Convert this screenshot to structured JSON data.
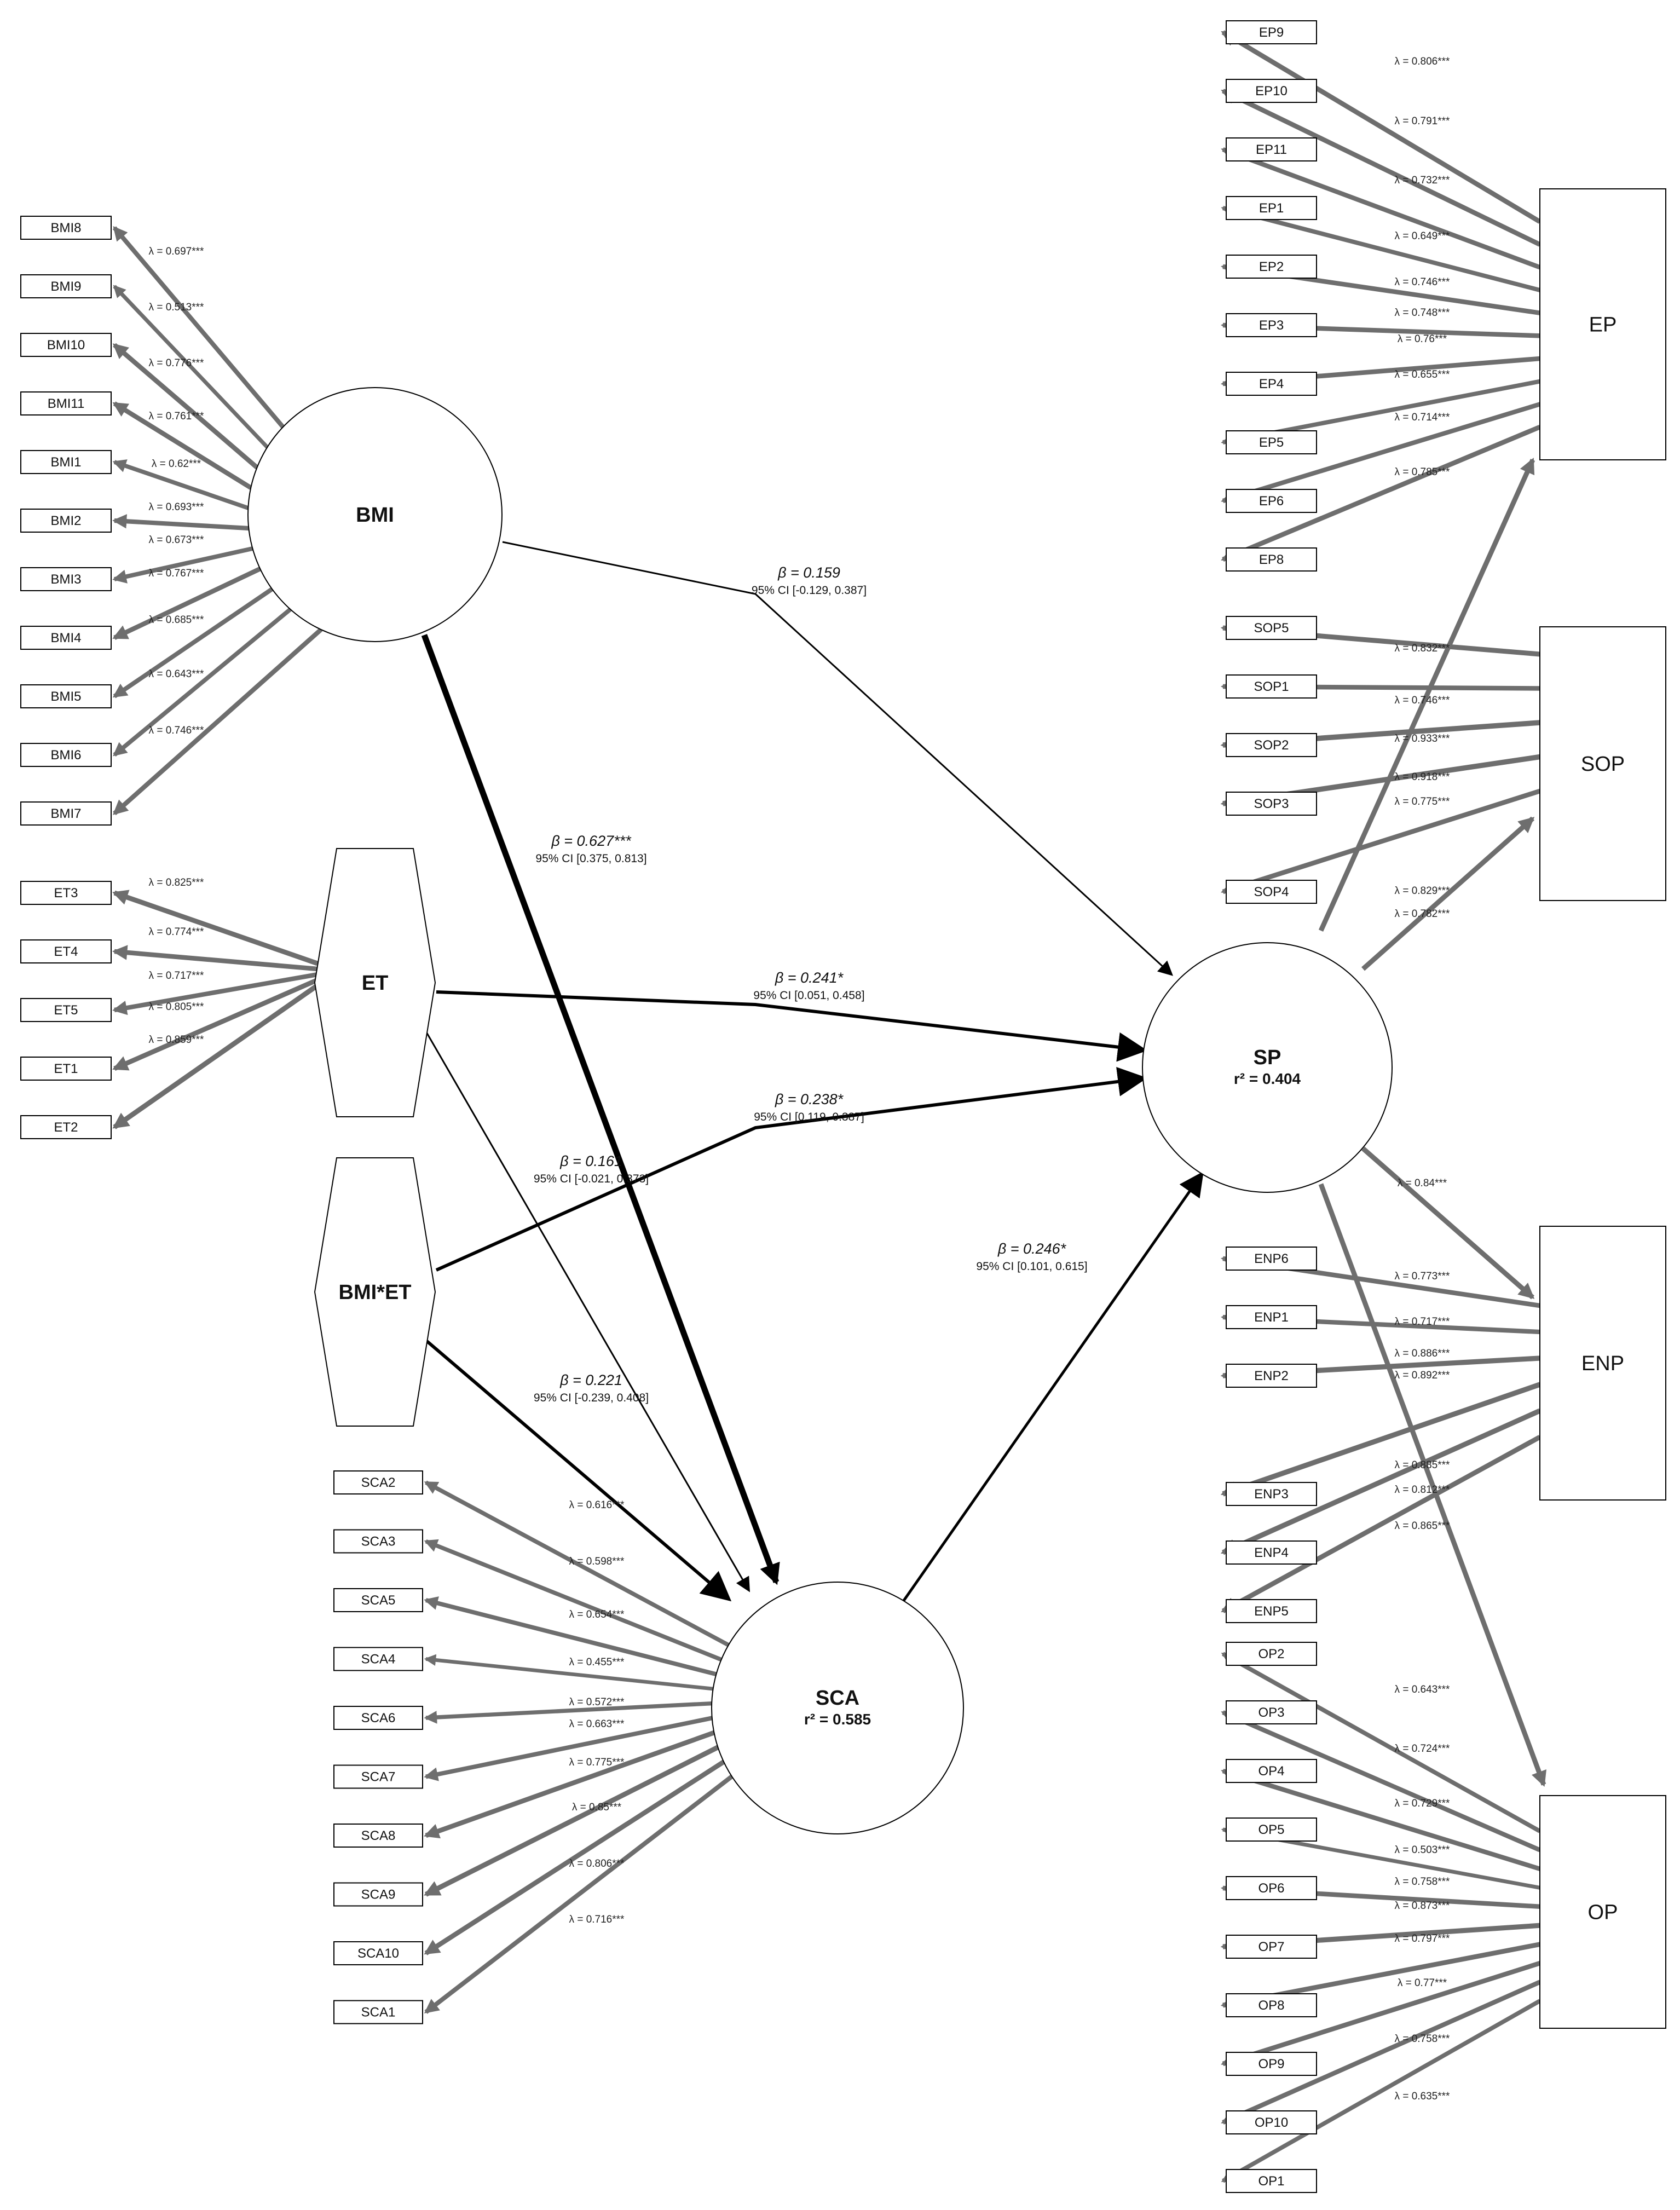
{
  "constructs": {
    "BMI": {
      "label": "BMI"
    },
    "ET": {
      "label": "ET"
    },
    "BMIET": {
      "label": "BMI*ET"
    },
    "SCA": {
      "label": "SCA",
      "r2": "r² = 0.585"
    },
    "SP": {
      "label": "SP",
      "r2": "r² = 0.404"
    },
    "EP": {
      "label": "EP"
    },
    "SOP": {
      "label": "SOP"
    },
    "ENP": {
      "label": "ENP"
    },
    "OP": {
      "label": "OP"
    }
  },
  "paths": [
    {
      "id": "bmi-sp",
      "beta": "β = 0.159",
      "ci": "95% CI [-0.129, 0.387]"
    },
    {
      "id": "bmi-sca",
      "beta": "β = 0.627***",
      "ci": "95% CI [0.375, 0.813]"
    },
    {
      "id": "et-sp",
      "beta": "β = 0.241*",
      "ci": "95% CI [0.051, 0.458]"
    },
    {
      "id": "bmiet-sp",
      "beta": "β = 0.238*",
      "ci": "95% CI [0.119, 0.387]"
    },
    {
      "id": "et-sca",
      "beta": "β = 0.161",
      "ci": "95% CI [-0.021, 0.373]"
    },
    {
      "id": "bmiet-sca",
      "beta": "β = 0.221",
      "ci": "95% CI [-0.239, 0.408]"
    },
    {
      "id": "sca-sp",
      "beta": "β = 0.246*",
      "ci": "95% CI [0.101, 0.615]"
    }
  ],
  "indicator_groups": {
    "BMI": [
      {
        "label": "BMI8",
        "loading": "λ = 0.697***"
      },
      {
        "label": "BMI9",
        "loading": "λ = 0.513***"
      },
      {
        "label": "BMI10",
        "loading": "λ = 0.776***"
      },
      {
        "label": "BMI11",
        "loading": "λ = 0.761***"
      },
      {
        "label": "BMI1",
        "loading": "λ = 0.62***"
      },
      {
        "label": "BMI2",
        "loading": "λ = 0.693***"
      },
      {
        "label": "BMI3",
        "loading": "λ = 0.673***"
      },
      {
        "label": "BMI4",
        "loading": "λ = 0.767***"
      },
      {
        "label": "BMI5",
        "loading": "λ = 0.685***"
      },
      {
        "label": "BMI6",
        "loading": "λ = 0.643***"
      },
      {
        "label": "BMI7",
        "loading": "λ = 0.746***"
      }
    ],
    "ET": [
      {
        "label": "ET3",
        "loading": "λ = 0.825***"
      },
      {
        "label": "ET4",
        "loading": "λ = 0.774***"
      },
      {
        "label": "ET5",
        "loading": "λ = 0.717***"
      },
      {
        "label": "ET1",
        "loading": "λ = 0.805***"
      },
      {
        "label": "ET2",
        "loading": "λ = 0.859***"
      }
    ],
    "SCA": [
      {
        "label": "SCA2",
        "loading": "λ = 0.616***"
      },
      {
        "label": "SCA3",
        "loading": "λ = 0.598***"
      },
      {
        "label": "SCA5",
        "loading": "λ = 0.654***"
      },
      {
        "label": "SCA4",
        "loading": "λ = 0.455***"
      },
      {
        "label": "SCA6",
        "loading": "λ = 0.572***"
      },
      {
        "label": "SCA7",
        "loading": "λ = 0.663***"
      },
      {
        "label": "SCA8",
        "loading": "λ = 0.775***"
      },
      {
        "label": "SCA9",
        "loading": "λ = 0.85***"
      },
      {
        "label": "SCA10",
        "loading": "λ = 0.806***"
      },
      {
        "label": "SCA1",
        "loading": "λ = 0.716***"
      }
    ],
    "EP": [
      {
        "label": "EP9",
        "loading": "λ = 0.806***"
      },
      {
        "label": "EP10",
        "loading": "λ = 0.791***"
      },
      {
        "label": "EP11",
        "loading": "λ = 0.732***"
      },
      {
        "label": "EP1",
        "loading": "λ = 0.649***"
      },
      {
        "label": "EP2",
        "loading": "λ = 0.746***"
      },
      {
        "label": "EP3",
        "loading": "λ = 0.748***"
      },
      {
        "label": "EP4",
        "loading": "λ = 0.76***"
      },
      {
        "label": "EP5",
        "loading": "λ = 0.655***"
      },
      {
        "label": "EP6",
        "loading": "λ = 0.714***"
      },
      {
        "label": "EP8",
        "loading": "λ = 0.785***"
      }
    ],
    "SOP": [
      {
        "label": "SOP5",
        "loading": "λ = 0.832***"
      },
      {
        "label": "SOP1",
        "loading": "λ = 0.746***"
      },
      {
        "label": "SOP2",
        "loading": "λ = 0.933***"
      },
      {
        "label": "SOP3",
        "loading": "λ = 0.918***"
      },
      {
        "label": "SOP4",
        "loading": "λ = 0.775***"
      }
    ],
    "ENP": [
      {
        "label": "ENP6",
        "loading": "λ = 0.773***"
      },
      {
        "label": "ENP1",
        "loading": "λ = 0.717***"
      },
      {
        "label": "ENP2",
        "loading": "λ = 0.886***"
      },
      {
        "label": "ENP3",
        "loading": "λ = 0.892***"
      },
      {
        "label": "ENP4",
        "loading": "λ = 0.885***"
      },
      {
        "label": "ENP5",
        "loading": "λ = 0.812***"
      }
    ],
    "OP": [
      {
        "label": "OP2",
        "loading": "λ = 0.643***"
      },
      {
        "label": "OP3",
        "loading": "λ = 0.724***"
      },
      {
        "label": "OP4",
        "loading": "λ = 0.729***"
      },
      {
        "label": "OP5",
        "loading": "λ = 0.503***"
      },
      {
        "label": "OP6",
        "loading": "λ = 0.758***"
      },
      {
        "label": "OP7",
        "loading": "λ = 0.873***"
      },
      {
        "label": "OP8",
        "loading": "λ = 0.797***"
      },
      {
        "label": "OP9",
        "loading": "λ = 0.77***"
      },
      {
        "label": "OP10",
        "loading": "λ = 0.758***"
      },
      {
        "label": "OP1",
        "loading": "λ = 0.635***"
      }
    ]
  },
  "second_order": [
    {
      "to": "EP",
      "loading": "λ = 0.829***"
    },
    {
      "to": "SOP",
      "loading": "λ = 0.782***"
    },
    {
      "to": "ENP",
      "loading": "λ = 0.84***"
    },
    {
      "to": "OP",
      "loading": "λ = 0.865***"
    }
  ],
  "colors": {
    "indicator_arrow": "#6e6e6e",
    "structural_arrow": "#000000",
    "node_stroke": "#000000"
  }
}
